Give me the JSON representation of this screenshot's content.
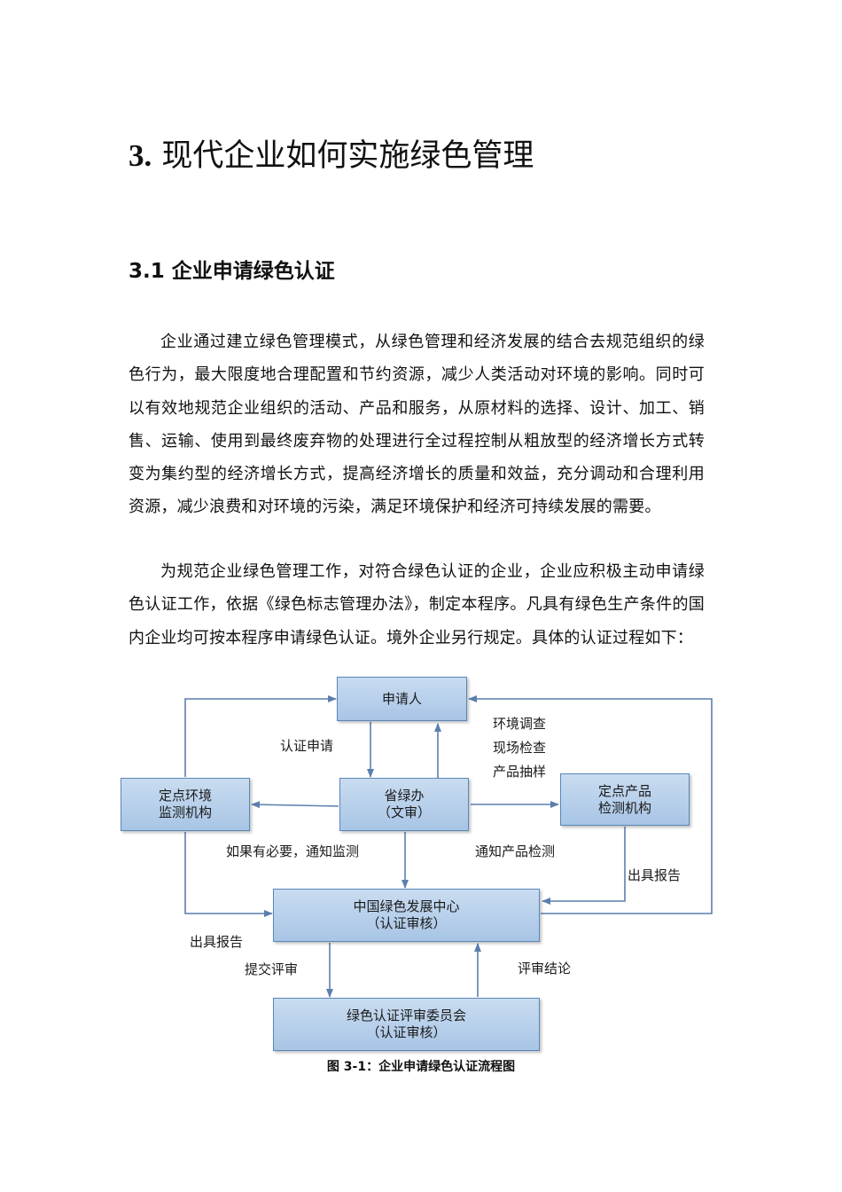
{
  "chapter": {
    "number": "3.",
    "title": "现代企业如何实施绿色管理"
  },
  "section": {
    "title": "3.1 企业申请绿色认证"
  },
  "paragraphs": [
    "企业通过建立绿色管理模式，从绿色管理和经济发展的结合去规范组织的绿色行为，最大限度地合理配置和节约资源，减少人类活动对环境的影响。同时可以有效地规范企业组织的活动、产品和服务，从原材料的选择、设计、加工、销售、运输、使用到最终废弃物的处理进行全过程控制从粗放型的经济增长方式转变为集约型的经济增长方式，提高经济增长的质量和效益，充分调动和合理利用资源，减少浪费和对环境的污染，满足环境保护和经济可持续发展的需要。",
    "为规范企业绿色管理工作，对符合绿色认证的企业，企业应积极主动申请绿色认证工作，依据《绿色标志管理办法》，制定本程序。凡具有绿色生产条件的国内企业均可按本程序申请绿色认证。境外企业另行规定。具体的认证过程如下："
  ],
  "flowchart": {
    "nodes": {
      "applicant": [
        "申请人"
      ],
      "env_monitor": [
        "定点环境",
        "监测机构"
      ],
      "provincial": [
        "省绿办",
        "（文审）"
      ],
      "product_test": [
        "定点产品",
        "检测机构"
      ],
      "center": [
        "中国绿色发展中心",
        "（认证审核）"
      ],
      "committee": [
        "绿色认证评审委员会",
        "（认证审核）"
      ]
    },
    "labels": {
      "cert_apply": "认证申请",
      "inspect_1": "环境调查",
      "inspect_2": "现场检查",
      "inspect_3": "产品抽样",
      "notify_monitor": "如果有必要，通知监测",
      "notify_test": "通知产品检测",
      "report_right": "出具报告",
      "report_left": "出具报告",
      "submit_review": "提交评审",
      "review_result": "评审结论"
    },
    "caption": "图 3-1：企业申请绿色认证流程图",
    "colors": {
      "box_fill_top": "#c9dcf0",
      "box_fill_bottom": "#a8c5e6",
      "box_border": "#5a87b8",
      "arrow": "#5b7fae"
    }
  }
}
